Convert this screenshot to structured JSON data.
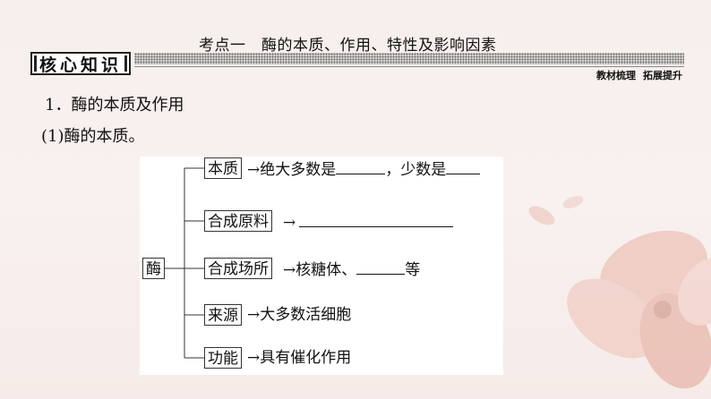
{
  "topic_title": "考点一　酶的本质、作用、特性及影响因素",
  "header": {
    "title": "核心知识",
    "sub_labels": [
      "教材梳理",
      "拓展提升"
    ]
  },
  "section": {
    "heading": "1．酶的本质及作用",
    "subheading": "(1)酶的本质。"
  },
  "diagram": {
    "root": "酶",
    "branches": [
      {
        "label": "本质",
        "text_a": "绝大多数是",
        "text_b": "，少数是"
      },
      {
        "label": "合成原料",
        "text_a": ""
      },
      {
        "label": "合成场所",
        "text_a": "核糖体、",
        "text_b": "等"
      },
      {
        "label": "来源",
        "text_a": "大多数活细胞"
      },
      {
        "label": "功能",
        "text_a": "具有催化作用"
      }
    ],
    "arrow": "→"
  }
}
